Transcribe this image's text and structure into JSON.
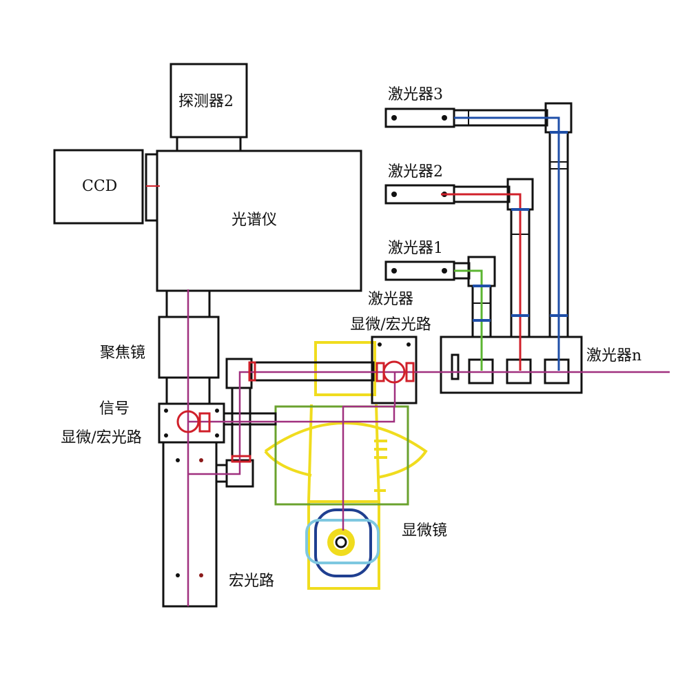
{
  "labels": {
    "detector2": "探测器2",
    "ccd": "CCD",
    "spectrometer": "光谱仪",
    "laser3": "激光器3",
    "laser2": "激光器2",
    "laser1": "激光器1",
    "laser_n": "激光器n",
    "laser_path_line1": "激光器",
    "laser_path_line2": "显微/宏光路",
    "focus_lens": "聚焦镜",
    "signal_path_line1": "信号",
    "signal_path_line2": "显微/宏光路",
    "microscope": "显微镜",
    "macro_path": "宏光路"
  },
  "colors": {
    "outline": "#111111",
    "laser3_beam": "#1f4fa8",
    "laser2_beam": "#d0202a",
    "laser1_beam": "#5bb531",
    "signal_beam": "#a0307f",
    "microscope_body": "#f0dc1e",
    "stage": "#6aa22e",
    "objective_outer": "#1f3f90",
    "objective_ring": "#7ec8e0"
  }
}
